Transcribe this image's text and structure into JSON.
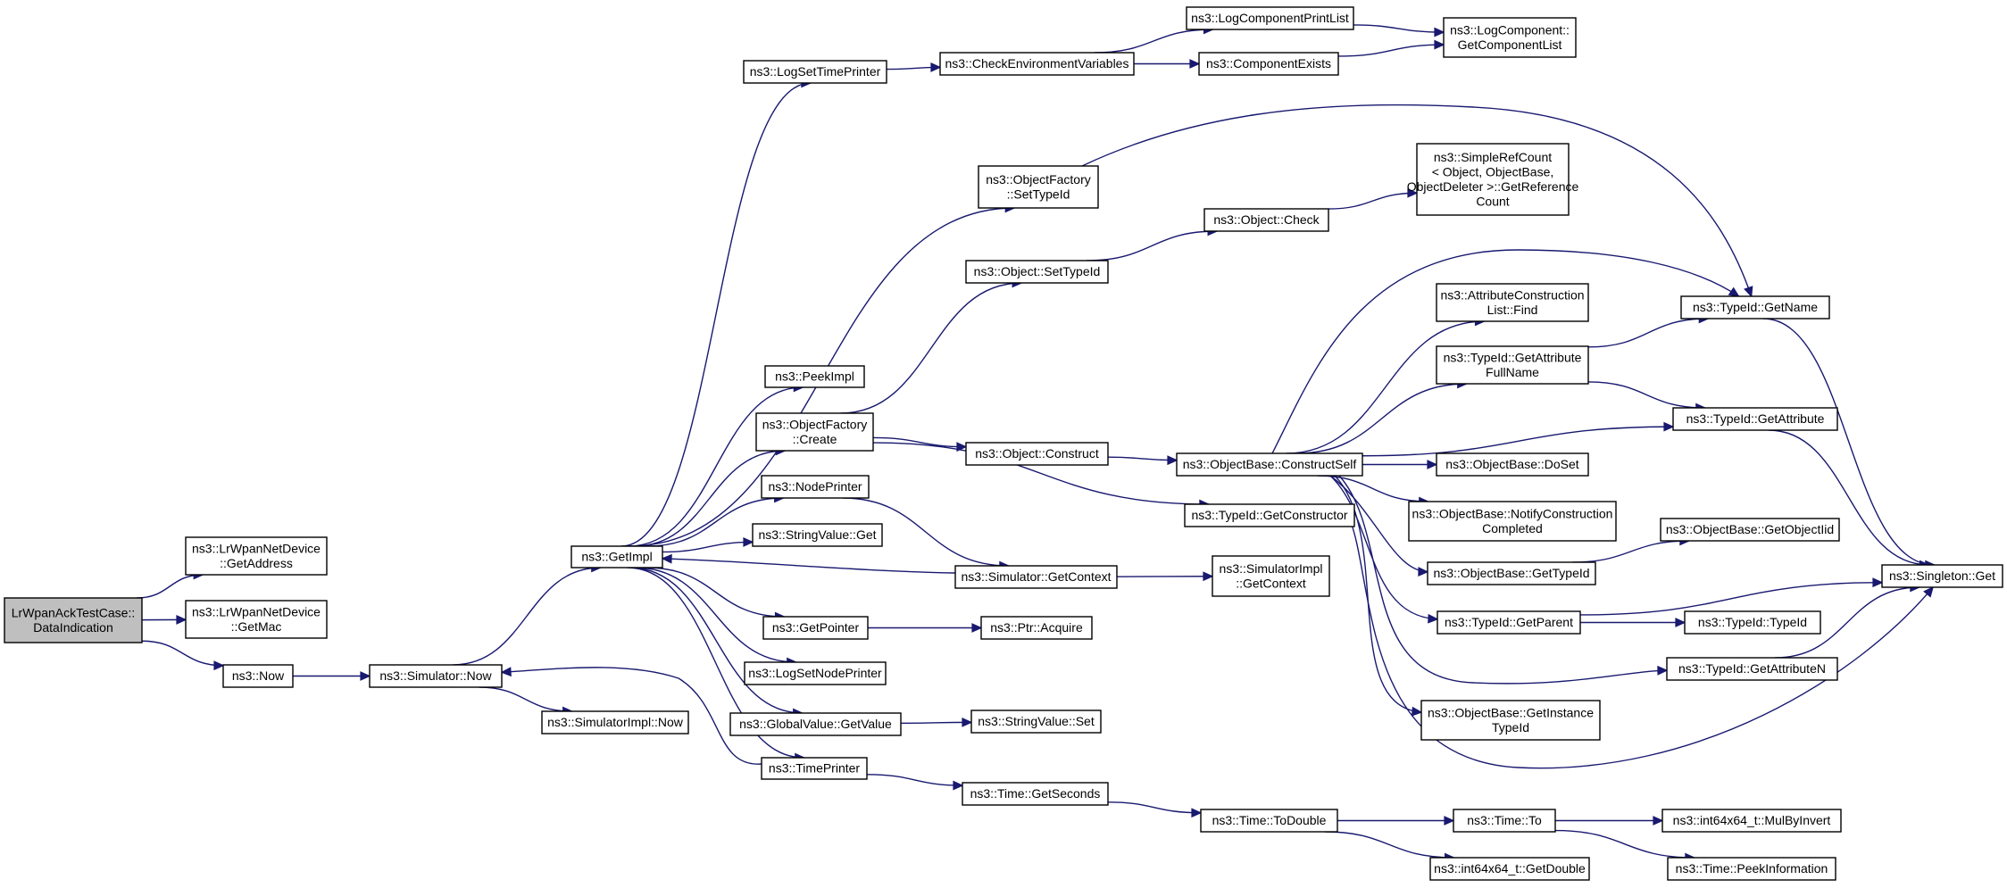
{
  "graph": {
    "colors": {
      "edge": "#191970",
      "root_fill": "#bfbfbf",
      "node_fill": "#ffffff",
      "node_border": "#000000",
      "truncated_border": "#ff0000"
    },
    "nodes": [
      {
        "id": "root",
        "lines": [
          "LrWpanAckTestCase::",
          "DataIndication"
        ],
        "root": true
      },
      {
        "id": "getaddress",
        "lines": [
          "ns3::LrWpanNetDevice",
          "::GetAddress"
        ]
      },
      {
        "id": "getmac",
        "lines": [
          "ns3::LrWpanNetDevice",
          "::GetMac"
        ]
      },
      {
        "id": "now",
        "lines": [
          "ns3::Now"
        ]
      },
      {
        "id": "simnow",
        "lines": [
          "ns3::Simulator::Now"
        ]
      },
      {
        "id": "simimplnow",
        "lines": [
          "ns3::SimulatorImpl::Now"
        ]
      },
      {
        "id": "getimpl",
        "lines": [
          "ns3::GetImpl"
        ]
      },
      {
        "id": "logsettimeprinter",
        "lines": [
          "ns3::LogSetTimePrinter"
        ]
      },
      {
        "id": "checkenv",
        "lines": [
          "ns3::CheckEnvironmentVariables"
        ]
      },
      {
        "id": "logcompprintlist",
        "lines": [
          "ns3::LogComponentPrintList"
        ]
      },
      {
        "id": "compexists",
        "lines": [
          "ns3::ComponentExists"
        ]
      },
      {
        "id": "getcomplist",
        "lines": [
          "ns3::LogComponent::",
          "GetComponentList"
        ]
      },
      {
        "id": "ofsettypeid",
        "lines": [
          "ns3::ObjectFactory",
          "::SetTypeId"
        ]
      },
      {
        "id": "objsettypeid",
        "lines": [
          "ns3::Object::SetTypeId"
        ]
      },
      {
        "id": "objcheck",
        "lines": [
          "ns3::Object::Check"
        ]
      },
      {
        "id": "simplerefcount",
        "lines": [
          "ns3::SimpleRefCount",
          "< Object, ObjectBase,",
          "ObjectDeleter >::GetReference",
          "Count"
        ]
      },
      {
        "id": "peekimpl",
        "lines": [
          "ns3::PeekImpl"
        ]
      },
      {
        "id": "ofcreate",
        "lines": [
          "ns3::ObjectFactory",
          "::Create"
        ]
      },
      {
        "id": "objconstruct",
        "lines": [
          "ns3::Object::Construct"
        ]
      },
      {
        "id": "constructself",
        "lines": [
          "ns3::ObjectBase::ConstructSelf"
        ]
      },
      {
        "id": "attrconstfind",
        "lines": [
          "ns3::AttributeConstruction",
          "List::Find"
        ]
      },
      {
        "id": "getattrfullname",
        "lines": [
          "ns3::TypeId::GetAttribute",
          "FullName"
        ]
      },
      {
        "id": "tidgetname",
        "lines": [
          "ns3::TypeId::GetName"
        ]
      },
      {
        "id": "tidgetattribute",
        "lines": [
          "ns3::TypeId::GetAttribute"
        ]
      },
      {
        "id": "doset",
        "lines": [
          "ns3::ObjectBase::DoSet"
        ]
      },
      {
        "id": "notifyconst",
        "lines": [
          "ns3::ObjectBase::NotifyConstruction",
          "Completed"
        ]
      },
      {
        "id": "getobjectiid",
        "lines": [
          "ns3::ObjectBase::GetObjectIid"
        ],
        "truncated": true
      },
      {
        "id": "singletonget",
        "lines": [
          "ns3::Singleton::Get"
        ]
      },
      {
        "id": "nodeprinter",
        "lines": [
          "ns3::NodePrinter"
        ]
      },
      {
        "id": "tidgetconstructor",
        "lines": [
          "ns3::TypeId::GetConstructor"
        ]
      },
      {
        "id": "stringvalueget",
        "lines": [
          "ns3::StringValue::Get"
        ]
      },
      {
        "id": "simgetcontext",
        "lines": [
          "ns3::Simulator::GetContext"
        ]
      },
      {
        "id": "simimplgetcontext",
        "lines": [
          "ns3::SimulatorImpl",
          "::GetContext"
        ]
      },
      {
        "id": "obgettypeid",
        "lines": [
          "ns3::ObjectBase::GetTypeId"
        ]
      },
      {
        "id": "getpointer",
        "lines": [
          "ns3::GetPointer"
        ]
      },
      {
        "id": "ptracquire",
        "lines": [
          "ns3::Ptr::Acquire"
        ]
      },
      {
        "id": "tidgetparent",
        "lines": [
          "ns3::TypeId::GetParent"
        ]
      },
      {
        "id": "tidtypeid",
        "lines": [
          "ns3::TypeId::TypeId"
        ]
      },
      {
        "id": "logsetnodeprinter",
        "lines": [
          "ns3::LogSetNodePrinter"
        ]
      },
      {
        "id": "tidgetattributen",
        "lines": [
          "ns3::TypeId::GetAttributeN"
        ]
      },
      {
        "id": "obgetinstance",
        "lines": [
          "ns3::ObjectBase::GetInstance",
          "TypeId"
        ]
      },
      {
        "id": "gvgetvalue",
        "lines": [
          "ns3::GlobalValue::GetValue"
        ]
      },
      {
        "id": "stringvalueset",
        "lines": [
          "ns3::StringValue::Set"
        ]
      },
      {
        "id": "timeprinter",
        "lines": [
          "ns3::TimePrinter"
        ]
      },
      {
        "id": "timegetseconds",
        "lines": [
          "ns3::Time::GetSeconds"
        ]
      },
      {
        "id": "timetodouble",
        "lines": [
          "ns3::Time::ToDouble"
        ]
      },
      {
        "id": "timeto",
        "lines": [
          "ns3::Time::To"
        ]
      },
      {
        "id": "mulbyinvert",
        "lines": [
          "ns3::int64x64_t::MulByInvert"
        ],
        "truncated": true
      },
      {
        "id": "getdouble",
        "lines": [
          "ns3::int64x64_t::GetDouble"
        ]
      },
      {
        "id": "peekinfo",
        "lines": [
          "ns3::Time::PeekInformation"
        ],
        "truncated": true
      }
    ],
    "edges": [
      [
        "root",
        "getaddress"
      ],
      [
        "root",
        "getmac"
      ],
      [
        "root",
        "now"
      ],
      [
        "now",
        "simnow"
      ],
      [
        "simnow",
        "getimpl"
      ],
      [
        "simnow",
        "simimplnow"
      ],
      [
        "getimpl",
        "logsettimeprinter"
      ],
      [
        "getimpl",
        "ofsettypeid"
      ],
      [
        "getimpl",
        "peekimpl"
      ],
      [
        "getimpl",
        "ofcreate"
      ],
      [
        "getimpl",
        "nodeprinter"
      ],
      [
        "getimpl",
        "stringvalueget"
      ],
      [
        "getimpl",
        "getpointer"
      ],
      [
        "getimpl",
        "logsetnodeprinter"
      ],
      [
        "getimpl",
        "gvgetvalue"
      ],
      [
        "getimpl",
        "timeprinter"
      ],
      [
        "logsettimeprinter",
        "checkenv"
      ],
      [
        "checkenv",
        "logcompprintlist"
      ],
      [
        "checkenv",
        "compexists"
      ],
      [
        "logcompprintlist",
        "getcomplist"
      ],
      [
        "compexists",
        "getcomplist"
      ],
      [
        "ofsettypeid",
        "tidgetname"
      ],
      [
        "ofcreate",
        "objsettypeid"
      ],
      [
        "ofcreate",
        "objconstruct"
      ],
      [
        "ofcreate",
        "tidgetconstructor"
      ],
      [
        "objsettypeid",
        "objcheck"
      ],
      [
        "objcheck",
        "simplerefcount"
      ],
      [
        "objconstruct",
        "constructself"
      ],
      [
        "constructself",
        "tidgetname"
      ],
      [
        "constructself",
        "attrconstfind"
      ],
      [
        "constructself",
        "getattrfullname"
      ],
      [
        "constructself",
        "tidgetattribute"
      ],
      [
        "constructself",
        "doset"
      ],
      [
        "constructself",
        "notifyconst"
      ],
      [
        "constructself",
        "obgettypeid"
      ],
      [
        "constructself",
        "tidgetparent"
      ],
      [
        "constructself",
        "tidgetattributen"
      ],
      [
        "constructself",
        "obgetinstance"
      ],
      [
        "getattrfullname",
        "tidgetname"
      ],
      [
        "getattrfullname",
        "tidgetattribute"
      ],
      [
        "tidgetname",
        "singletonget"
      ],
      [
        "tidgetattribute",
        "singletonget"
      ],
      [
        "obgettypeid",
        "getobjectiid"
      ],
      [
        "tidgetparent",
        "singletonget"
      ],
      [
        "tidgetparent",
        "tidtypeid"
      ],
      [
        "tidgetattributen",
        "singletonget"
      ],
      [
        "tidgetconstructor",
        "singletonget"
      ],
      [
        "nodeprinter",
        "simgetcontext"
      ],
      [
        "simgetcontext",
        "getimpl"
      ],
      [
        "simgetcontext",
        "simimplgetcontext"
      ],
      [
        "getpointer",
        "ptracquire"
      ],
      [
        "gvgetvalue",
        "stringvalueset"
      ],
      [
        "timeprinter",
        "simnow"
      ],
      [
        "timeprinter",
        "timegetseconds"
      ],
      [
        "timegetseconds",
        "timetodouble"
      ],
      [
        "timetodouble",
        "timeto"
      ],
      [
        "timetodouble",
        "getdouble"
      ],
      [
        "timeto",
        "mulbyinvert"
      ],
      [
        "timeto",
        "peekinfo"
      ]
    ]
  }
}
